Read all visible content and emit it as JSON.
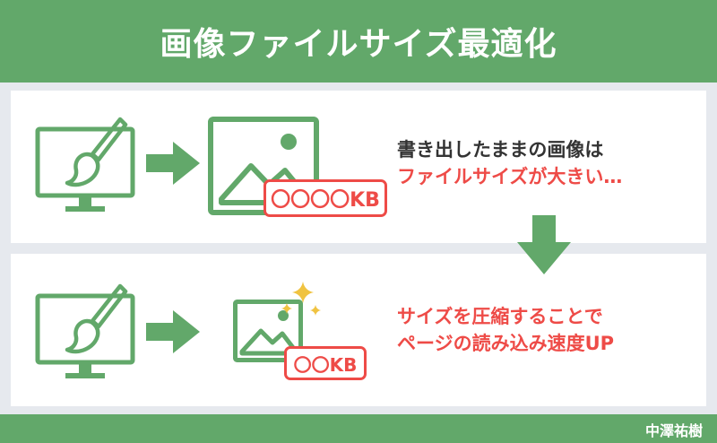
{
  "header": {
    "title": "画像ファイルサイズ最適化"
  },
  "steps": [
    {
      "size_label": "〇〇〇〇KB",
      "caption_line1": "書き出したままの画像は",
      "caption_line2": "ファイルサイズが大きい…"
    },
    {
      "size_label": "〇〇KB",
      "caption_line1": "サイズを圧縮することで",
      "caption_line2": "ページの読み込み速度UP"
    }
  ],
  "footer": {
    "credit": "中澤祐樹"
  },
  "icons": {
    "monitor": "monitor-with-paintbrush-icon",
    "arrow_right": "arrow-right-icon",
    "arrow_down": "arrow-down-icon",
    "image": "image-picture-icon",
    "sparkle": "sparkle-icon"
  },
  "colors": {
    "brand_green": "#62a86a",
    "alert_red": "#ee4b47",
    "text_dark": "#333333",
    "sparkle_gold": "#f0c341",
    "page_bg": "#e6e9ee"
  }
}
